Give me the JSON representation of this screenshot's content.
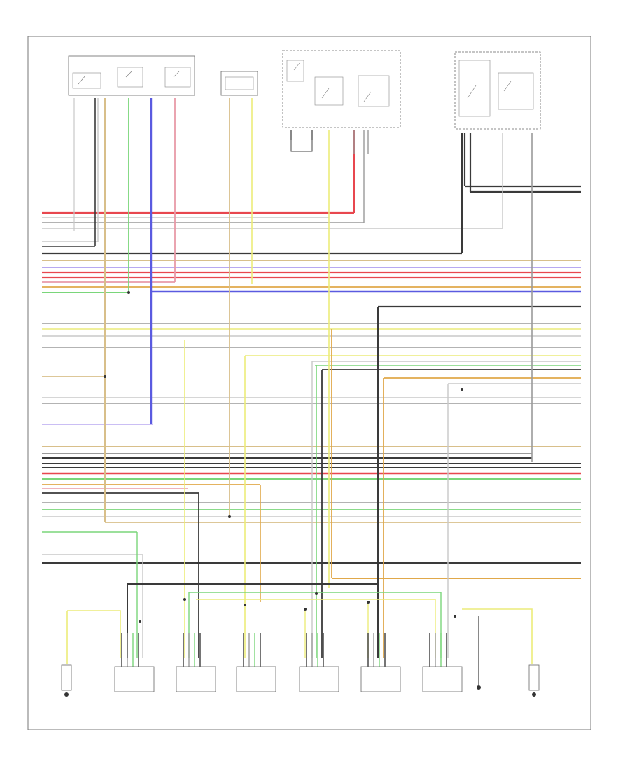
{
  "footer_code": "",
  "components": [
    {
      "id": "fuel-pump-control-module",
      "label": ""
    },
    {
      "id": "sensor-box",
      "label": ""
    },
    {
      "id": "relay-box-1",
      "label": ""
    },
    {
      "id": "relay-box-2",
      "label": ""
    },
    {
      "id": "left-connector",
      "label": ""
    },
    {
      "id": "injector-1",
      "label": ""
    },
    {
      "id": "injector-2",
      "label": ""
    },
    {
      "id": "injector-3",
      "label": ""
    },
    {
      "id": "injector-4",
      "label": ""
    },
    {
      "id": "injector-5",
      "label": ""
    },
    {
      "id": "injector-6",
      "label": ""
    },
    {
      "id": "ground-point",
      "label": ""
    },
    {
      "id": "right-connector",
      "label": ""
    }
  ],
  "wire_colors": {
    "black": "#3a3a3a",
    "gray": "#9a9a9a",
    "light-gray": "#c8c8c8",
    "tan": "#d8bf8a",
    "yellow": "#ecec7a",
    "red": "#e8474f",
    "blue": "#5a5ae0",
    "green": "#7ad67a",
    "pink": "#e89aa8",
    "orange": "#e0a84a",
    "violet": "#b8a8f0"
  }
}
